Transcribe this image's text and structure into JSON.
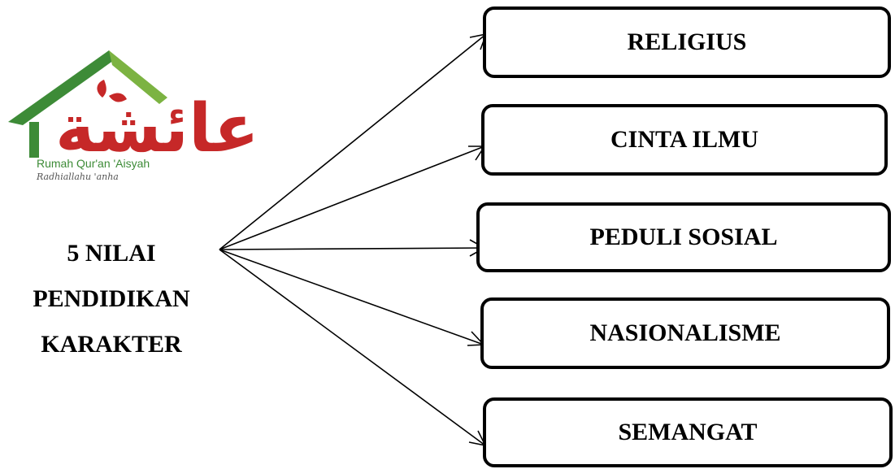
{
  "logo": {
    "arabic_text": "عائشة",
    "line1": "Rumah Qur'an 'Aisyah",
    "line2": "Radhiallahu 'anha",
    "colors": {
      "roof": "#3d8b37",
      "text": "#c62828",
      "leaf": "#c62828"
    }
  },
  "title": {
    "lines": [
      "5 NILAI",
      "PENDIDIKAN",
      "KARAKTER"
    ]
  },
  "values": [
    "RELIGIUS",
    "CINTA ILMU",
    "PEDULI SOSIAL",
    "NASIONALISME",
    "SEMANGAT"
  ],
  "colors": {
    "line": "#000000",
    "box_border": "#000000",
    "background": "#ffffff"
  }
}
